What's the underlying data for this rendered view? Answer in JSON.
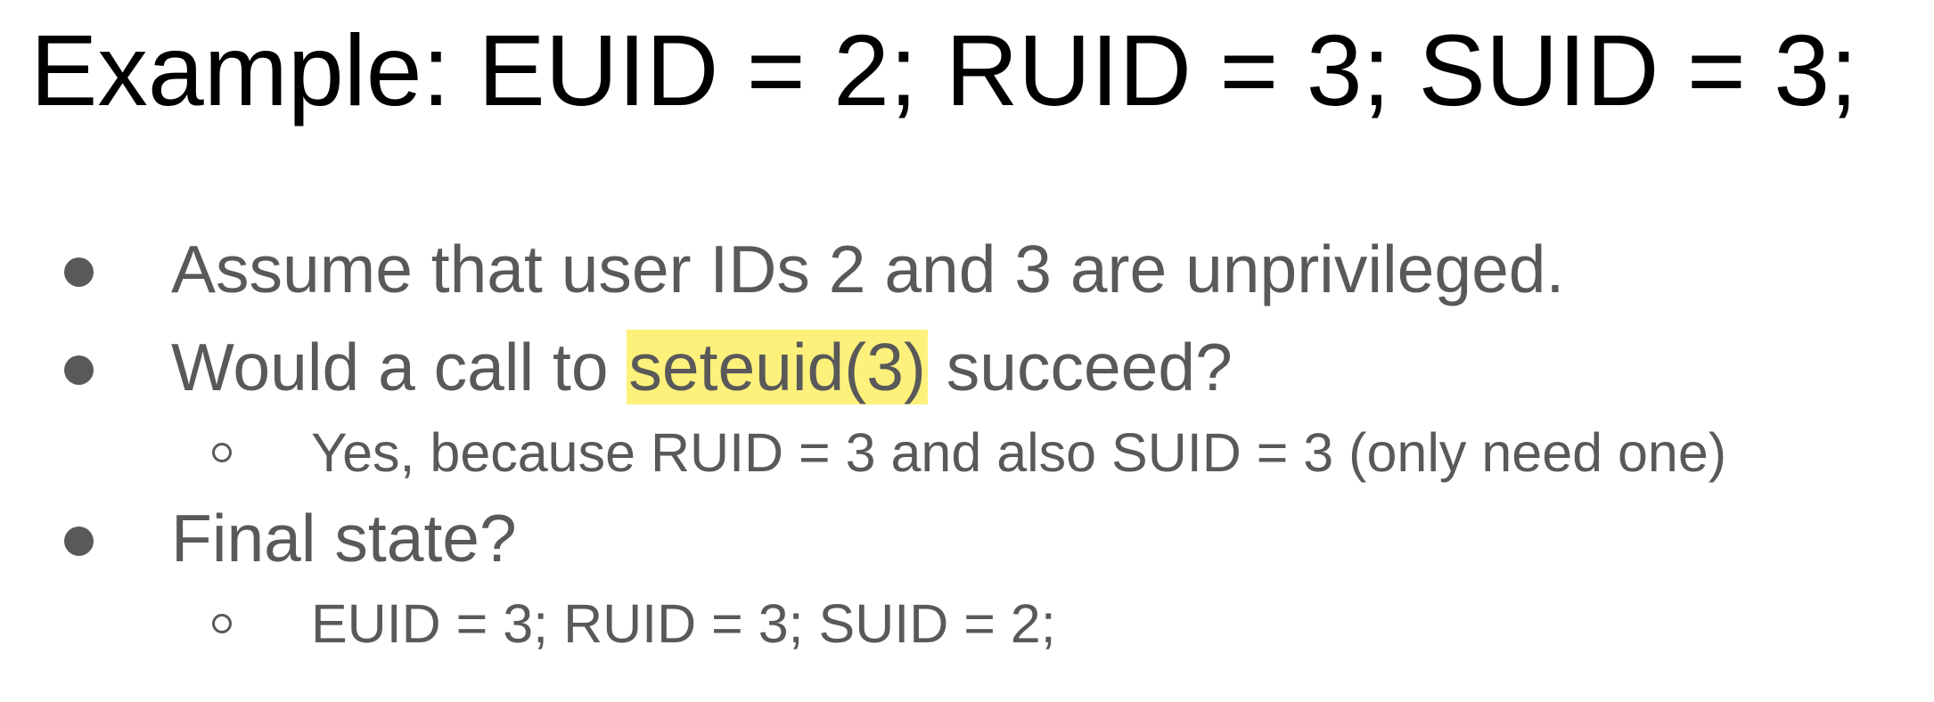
{
  "title": "Example: EUID = 2; RUID = 3; SUID = 3;",
  "bullets": {
    "b1": "Assume that user IDs 2 and 3 are unprivileged.",
    "b2_before": "Would a call to ",
    "b2_highlight": "seteuid(3)",
    "b2_after": " succeed?",
    "b2_sub": "Yes, because RUID = 3 and also SUID = 3 (only need one)",
    "b3": "Final state?",
    "b3_sub": "EUID = 3; RUID = 3; SUID = 2;"
  },
  "colors": {
    "title": "#000000",
    "body": "#595959",
    "highlight": "#fdf17b"
  }
}
